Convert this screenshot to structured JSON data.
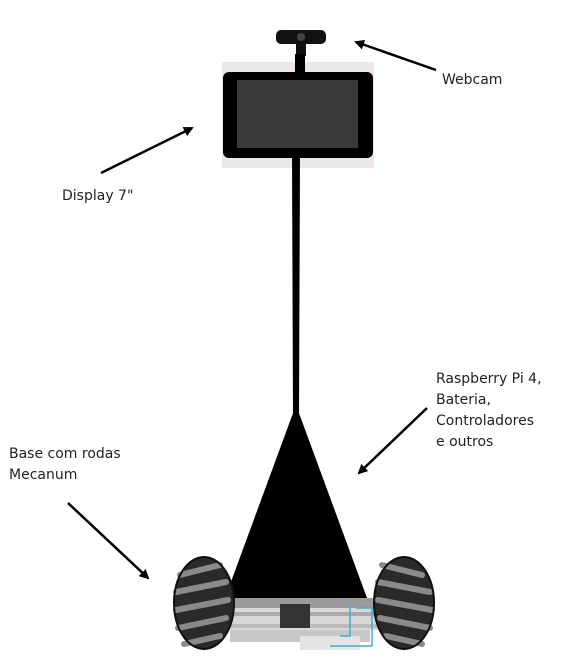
{
  "labels": {
    "webcam": "Webcam",
    "display": "Display 7\"",
    "rpi": [
      "Raspberry Pi 4,",
      "Bateria,",
      "Controladores",
      "e outros"
    ],
    "base": [
      "Base com rodas",
      "Mecanum"
    ]
  },
  "colors": {
    "body": "#000000",
    "screen": "#3a3a38",
    "display_backdrop": "#ece6ec",
    "wheel": "#2a2a2a",
    "roller": "#8a8a8a",
    "frame_metal": "#b8b8b8",
    "accent_cyan": "#3fb0d0"
  }
}
